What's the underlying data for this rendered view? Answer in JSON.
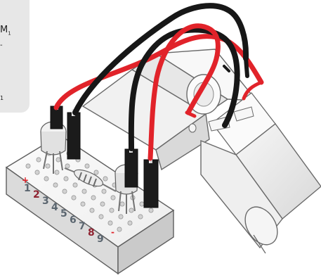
{
  "side_panel": {
    "label_top": "M",
    "label_top_sub": "1",
    "label_mid": "-",
    "label_bottom": "1"
  },
  "breadboard": {
    "plus_symbol": "+",
    "minus_symbol": "-",
    "row_numbers": [
      "1",
      "2",
      "3",
      "4",
      "5",
      "6",
      "7",
      "8",
      "9"
    ]
  },
  "colors": {
    "wire_red": "#e1232a",
    "wire_black": "#171717",
    "number_dark": "#5b6670",
    "number_red": "#8f2230",
    "board_top": "#f4f4f4",
    "board_side": "#d7d7d7",
    "motor_body": "#efefef",
    "motor_shadow": "#cfcfcf",
    "component_body": "#e9e9e9",
    "resistor_band": "#6b6b6b"
  }
}
